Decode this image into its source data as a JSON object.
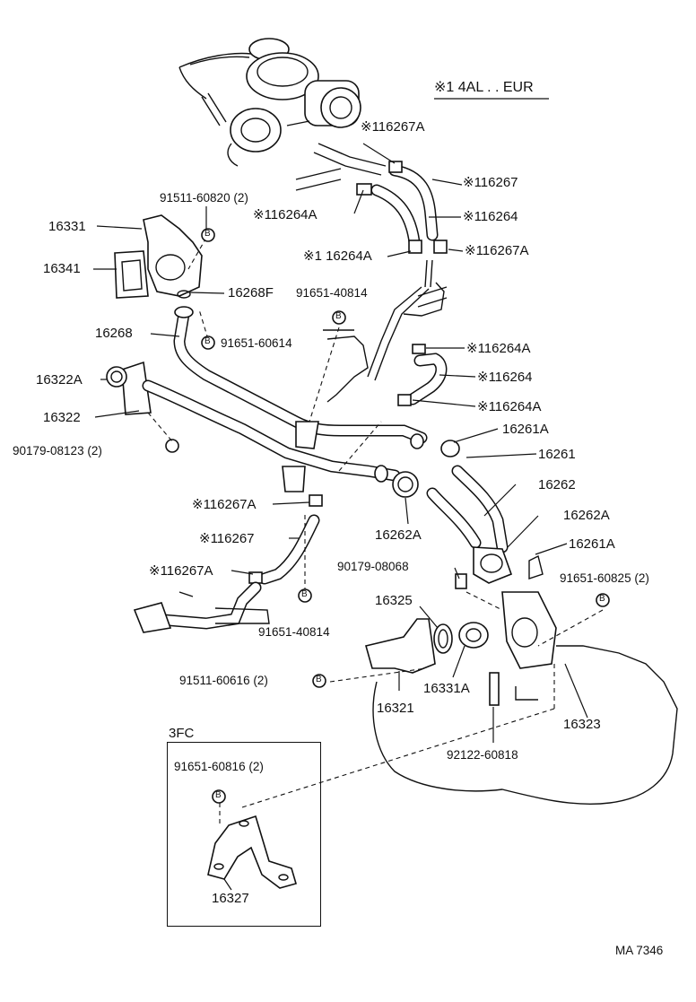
{
  "diagram": {
    "header_note": "※1 4AL . . EUR",
    "figure_id": "MA 7346",
    "inset_title": "3FC",
    "bolt_symbol": "B",
    "labels": {
      "l_116267A_top": "※116267A",
      "l_116267_top": "※116267",
      "l_91511_60820": "91511-60820 (2)",
      "l_116264A_a": "※116264A",
      "l_116264_a": "※116264",
      "l_16331": "16331",
      "l_116264A_b": "※1 16264A",
      "l_116267A_b": "※116267A",
      "l_16341": "16341",
      "l_16268F": "16268F",
      "l_91651_40814_a": "91651-40814",
      "l_16268": "16268",
      "l_91651_60614": "91651-60614",
      "l_116264A_c": "※116264A",
      "l_16322A": "16322A",
      "l_116264_b": "※116264",
      "l_116264A_d": "※116264A",
      "l_16322": "16322",
      "l_16261A_a": "16261A",
      "l_90179_08123": "90179-08123 (2)",
      "l_16261": "16261",
      "l_16262": "16262",
      "l_116267A_c": "※116267A",
      "l_16262A_a": "16262A",
      "l_16262A_b": "16262A",
      "l_116267_b": "※116267",
      "l_16261A_b": "16261A",
      "l_90179_08068": "90179-08068",
      "l_116267A_d": "※116267A",
      "l_91651_60825": "91651-60825 (2)",
      "l_16325": "16325",
      "l_91651_40814_b": "91651-40814",
      "l_91511_60616": "91511-60616 (2)",
      "l_16331A": "16331A",
      "l_16321": "16321",
      "l_16323": "16323",
      "l_92122_60818": "92122-60818",
      "l_91651_60816": "91651-60816 (2)",
      "l_16327": "16327"
    }
  }
}
